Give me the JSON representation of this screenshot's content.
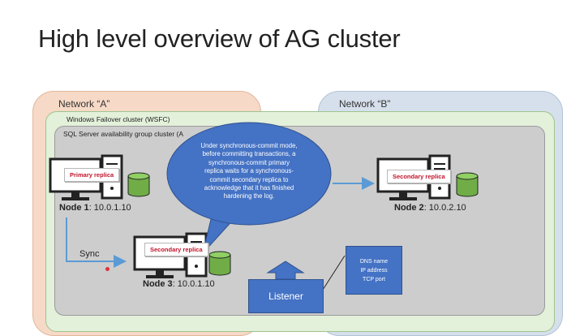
{
  "title": "High level overview of AG cluster",
  "networks": {
    "a_label": "Network “A”",
    "b_label": "Network “B”"
  },
  "wsfc_label": "Windows Failover cluster (WSFC)",
  "ag_label": "SQL Server availability group cluster (A",
  "nodes": {
    "node1": {
      "name": "Node 1",
      "ip": ": 10.0.1.10",
      "replica": "Primary replica"
    },
    "node2": {
      "name": "Node 2",
      "ip": ": 10.0.2.10",
      "replica": "Secondary replica"
    },
    "node3": {
      "name": "Node 3",
      "ip": ": 10.0.1.10",
      "replica": "Secondary replica"
    }
  },
  "callout": {
    "lines": [
      "Under synchronous-commit mode,",
      "before committing transactions, a",
      "synchronous-commit primary",
      "replica waits for a synchronous-",
      "commit secondary replica to",
      "acknowledge that it has finished",
      "hardening the log."
    ]
  },
  "sync_label": "Sync",
  "listener_label": "Listener",
  "dns_box": {
    "line1": "DNS name",
    "line2": "IP address",
    "line3": "TCP port"
  },
  "colors": {
    "network_a": "#f6d9c6",
    "network_b": "#d6e0ec",
    "wsfc": "#e3f0da",
    "ag": "#cdcdcd",
    "callout": "#4472c4",
    "arrow": "#5b9bd5",
    "database": "#70ad47",
    "replica_text": "#c0142b"
  }
}
